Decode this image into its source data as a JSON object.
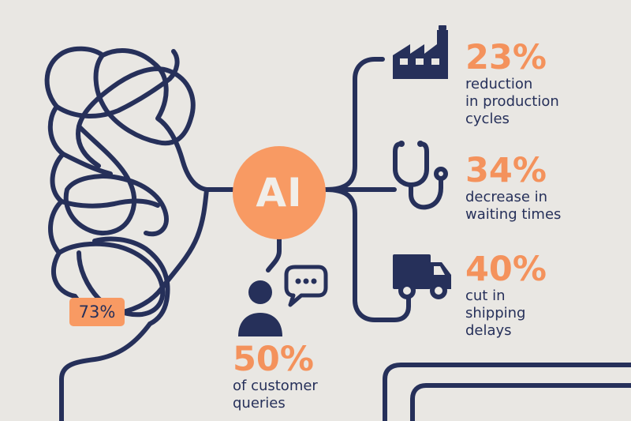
{
  "center": {
    "label": "AI",
    "color": "#f89a63"
  },
  "badge": {
    "label": "73%"
  },
  "stats": [
    {
      "id": "production",
      "icon": "factory-icon",
      "value": "23%",
      "lines": [
        "reduction",
        "in production",
        "cycles"
      ]
    },
    {
      "id": "healthcare",
      "icon": "stethoscope-icon",
      "value": "34%",
      "lines": [
        "decrease in",
        "waiting times"
      ]
    },
    {
      "id": "shipping",
      "icon": "truck-icon",
      "value": "40%",
      "lines": [
        "cut in",
        "shipping",
        "delays"
      ]
    },
    {
      "id": "customer",
      "icon": "person-chat-icon",
      "value": "50%",
      "lines": [
        "of customer",
        "queries"
      ]
    }
  ],
  "colors": {
    "background": "#e9e7e3",
    "line": "#26305a",
    "accent": "#f4925c"
  }
}
